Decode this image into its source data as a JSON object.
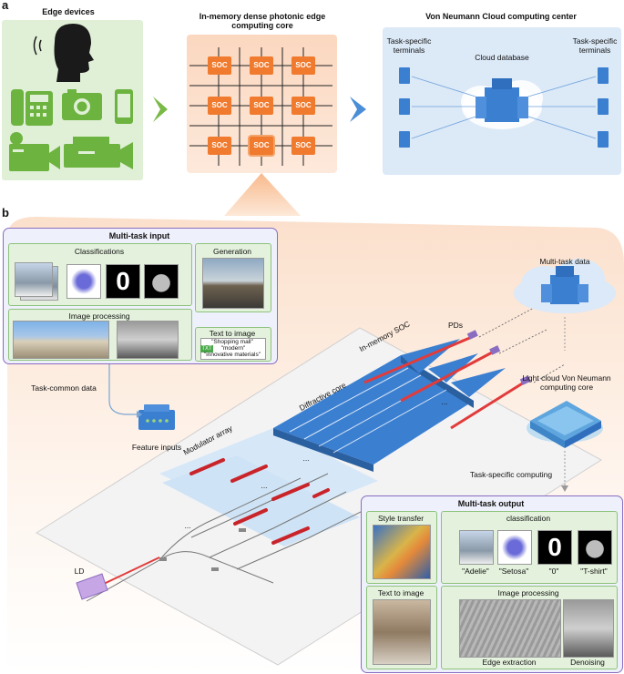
{
  "panel_a": {
    "letter": "a",
    "edge_devices_title": "Edge devices",
    "core_title_line1": "In-memory dense photonic edge",
    "core_title_line2": "computing core",
    "cloud_title": "Von Neumann Cloud computing center",
    "soc_label": "SOC",
    "terminals_left_line1": "Task-specific",
    "terminals_left_line2": "terminals",
    "terminals_right_line1": "Task-specific",
    "terminals_right_line2": "terminals",
    "cloud_database": "Cloud database"
  },
  "panel_b": {
    "letter": "b",
    "input_title": "Multi-task input",
    "classifications": "Classifications",
    "generation": "Generation",
    "image_processing": "Image processing",
    "text_to_image": "Text to image",
    "txt_badge": "TXT",
    "prompt_line1": "\"Shopping mall\"",
    "prompt_line2": "\"modern\"",
    "prompt_line3": "\"innovative materials\"",
    "task_common_data": "Task-common data",
    "feature_inputs": "Feature inputs",
    "modulator_array": "Modulator array",
    "diffractive_core": "Diffractive core",
    "in_memory_soc": "In-memory SOC",
    "pds": "PDs",
    "ld": "LD",
    "dots": "...",
    "multitask_data": "Multi-task data",
    "light_cloud_line1": "Light cloud Von Neumann",
    "light_cloud_line2": "computing core",
    "task_specific_computing": "Task-specific computing",
    "output_title": "Multi-task output",
    "style_transfer": "Style transfer",
    "classification": "classification",
    "out_labels": [
      "\"Adelie\"",
      "\"Setosa\"",
      "\"0\"",
      "\"T-shirt\""
    ],
    "out_text_to_image": "Text to image",
    "out_image_processing": "Image processing",
    "edge_extraction": "Edge extraction",
    "denoising": "Denoising",
    "digit_zero": "0"
  },
  "colors": {
    "edge_green": "#6db33f",
    "soc_orange": "#f07a2e",
    "cloud_blue": "#3b7fd1",
    "panel_purple": "#8a6cc0",
    "box_green": "#8cc27a",
    "laser_red": "#d72a2a"
  }
}
